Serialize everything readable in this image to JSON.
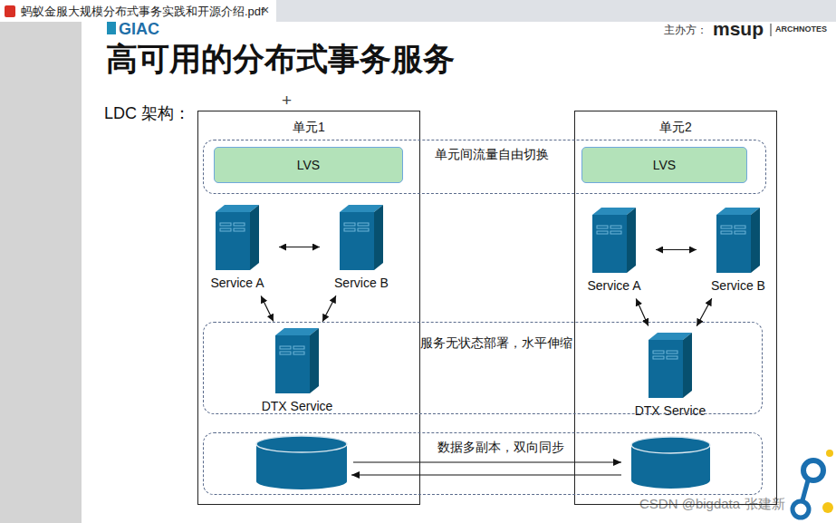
{
  "diagram": {
    "title": "高可用的分布式事务服务",
    "nodes": [
      {
        "text": [
          "单元1"
        ]
      },
      {
        "text": [
          "LVS"
        ],
        "in": 0
      },
      {
        "text": [
          "Service A"
        ],
        "in": 0
      },
      {
        "text": [
          "Service B"
        ],
        "in": 0
      },
      {
        "text": [
          "DTX Service"
        ],
        "in": 0
      },
      {
        "text": [
          "单元2"
        ]
      },
      {
        "text": [
          "LVS"
        ],
        "in": 5
      },
      {
        "text": [
          "Service A"
        ],
        "in": 5
      },
      {
        "text": [
          "Service B"
        ],
        "in": 5
      },
      {
        "text": [
          "DTX Service"
        ],
        "in": 5
      },
      {
        "text": [
          "单元间流量自由切换"
        ]
      },
      {
        "text": [
          "服务无状态部署，水平伸缩"
        ]
      },
      {
        "text": [
          "数据多副本，双向同步"
        ]
      }
    ],
    "edges": [
      {
        "from": 2,
        "to": 3,
        "arrow": "both"
      },
      {
        "from": 2,
        "to": 4,
        "arrow": "both"
      },
      {
        "from": 3,
        "to": 4,
        "arrow": "both"
      },
      {
        "from": 7,
        "to": 8,
        "arrow": "both"
      },
      {
        "from": 7,
        "to": 9,
        "arrow": "both"
      },
      {
        "from": 8,
        "to": 9,
        "arrow": "both"
      }
    ],
    "labels": [
      "蚂蚁金服大规模分布式事务实践和开源介绍.pdf",
      "×",
      "+",
      "GIAC",
      "主办方：",
      "msup",
      "ARCHNOTES",
      "LDC 架构：",
      "CSDN @bigdata-张建新"
    ]
  }
}
